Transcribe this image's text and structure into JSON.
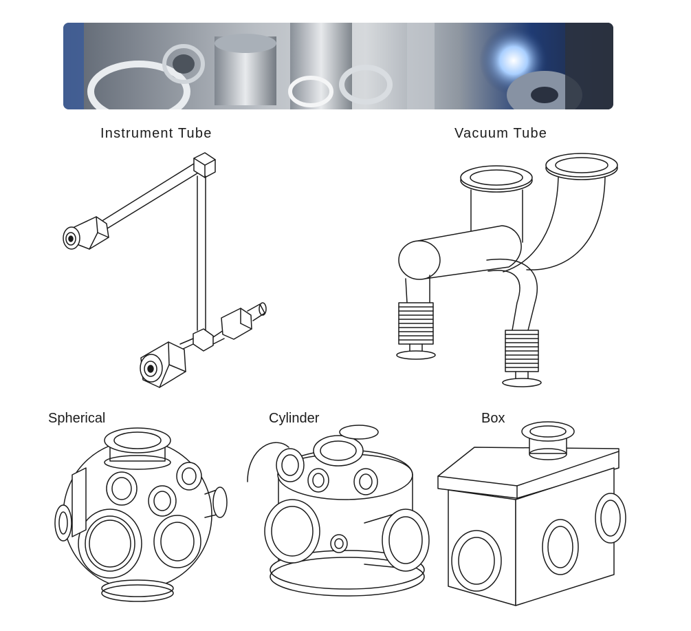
{
  "labels": {
    "instrument_tube": "Instrument Tube",
    "vacuum_tube": "Vacuum Tube",
    "spherical": "Spherical",
    "cylinder": "Cylinder",
    "box": "Box"
  },
  "colors": {
    "line": "#1a1a1a",
    "banner_dark": "#2b3340",
    "banner_light": "#c9cfd6",
    "weld_glow": "#9fc6ff"
  }
}
